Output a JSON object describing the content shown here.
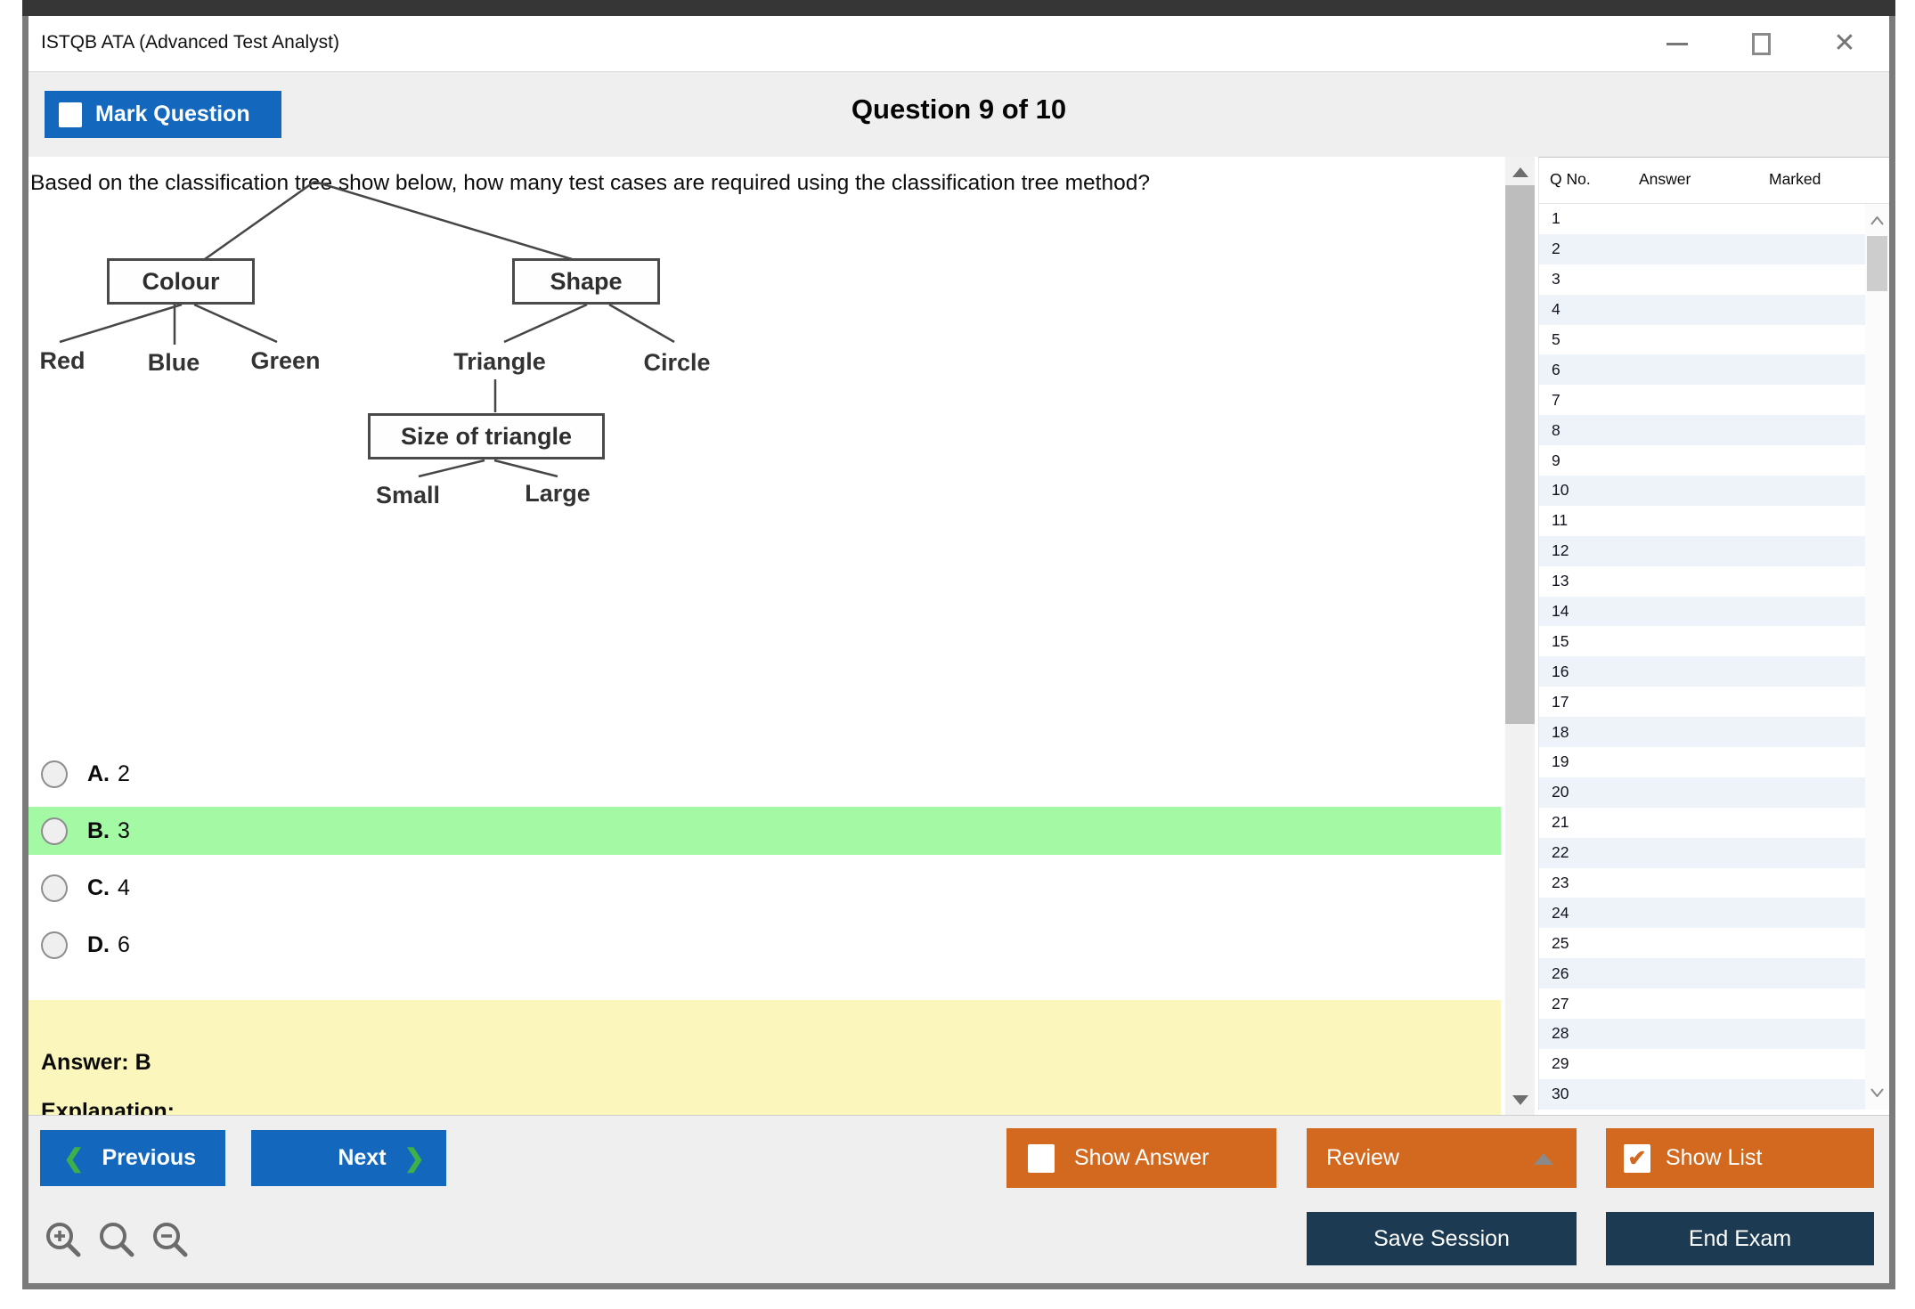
{
  "window": {
    "title": "ISTQB ATA (Advanced Test Analyst)",
    "controls": {
      "close_glyph": "✕"
    }
  },
  "header": {
    "mark_question": "Mark Question",
    "question_counter": "Question 9 of 10"
  },
  "question": {
    "text": "Based on the classification tree show below, how many test cases are required using the classification tree method?"
  },
  "tree": {
    "nodes": {
      "colour": "Colour",
      "shape": "Shape",
      "red": "Red",
      "blue": "Blue",
      "green": "Green",
      "triangle": "Triangle",
      "circle": "Circle",
      "size_of_triangle": "Size of triangle",
      "small": "Small",
      "large": "Large"
    }
  },
  "options": [
    {
      "letter": "A.",
      "value": "2",
      "highlighted": false
    },
    {
      "letter": "B.",
      "value": "3",
      "highlighted": true
    },
    {
      "letter": "C.",
      "value": "4",
      "highlighted": false
    },
    {
      "letter": "D.",
      "value": "6",
      "highlighted": false
    }
  ],
  "answer_panel": {
    "answer": "Answer: B",
    "explanation": "Explanation:"
  },
  "sidebar": {
    "columns": [
      "Q No.",
      "Answer",
      "Marked"
    ],
    "rows": [
      {
        "q": "1",
        "answer": "",
        "marked": ""
      },
      {
        "q": "2",
        "answer": "",
        "marked": ""
      },
      {
        "q": "3",
        "answer": "",
        "marked": ""
      },
      {
        "q": "4",
        "answer": "",
        "marked": ""
      },
      {
        "q": "5",
        "answer": "",
        "marked": ""
      },
      {
        "q": "6",
        "answer": "",
        "marked": ""
      },
      {
        "q": "7",
        "answer": "",
        "marked": ""
      },
      {
        "q": "8",
        "answer": "",
        "marked": ""
      },
      {
        "q": "9",
        "answer": "",
        "marked": ""
      },
      {
        "q": "10",
        "answer": "",
        "marked": ""
      },
      {
        "q": "11",
        "answer": "",
        "marked": ""
      },
      {
        "q": "12",
        "answer": "",
        "marked": ""
      },
      {
        "q": "13",
        "answer": "",
        "marked": ""
      },
      {
        "q": "14",
        "answer": "",
        "marked": ""
      },
      {
        "q": "15",
        "answer": "",
        "marked": ""
      },
      {
        "q": "16",
        "answer": "",
        "marked": ""
      },
      {
        "q": "17",
        "answer": "",
        "marked": ""
      },
      {
        "q": "18",
        "answer": "",
        "marked": ""
      },
      {
        "q": "19",
        "answer": "",
        "marked": ""
      },
      {
        "q": "20",
        "answer": "",
        "marked": ""
      },
      {
        "q": "21",
        "answer": "",
        "marked": ""
      },
      {
        "q": "22",
        "answer": "",
        "marked": ""
      },
      {
        "q": "23",
        "answer": "",
        "marked": ""
      },
      {
        "q": "24",
        "answer": "",
        "marked": ""
      },
      {
        "q": "25",
        "answer": "",
        "marked": ""
      },
      {
        "q": "26",
        "answer": "",
        "marked": ""
      },
      {
        "q": "27",
        "answer": "",
        "marked": ""
      },
      {
        "q": "28",
        "answer": "",
        "marked": ""
      },
      {
        "q": "29",
        "answer": "",
        "marked": ""
      },
      {
        "q": "30",
        "answer": "",
        "marked": ""
      }
    ]
  },
  "toolbar": {
    "previous": "Previous",
    "next": "Next",
    "show_answer": "Show Answer",
    "review": "Review",
    "show_list": "Show List",
    "save_session": "Save Session",
    "end_exam": "End Exam"
  },
  "icons": {
    "chevron_left": "❮",
    "chevron_right": "❯",
    "check": "✔"
  },
  "colors": {
    "blue": "#1368be",
    "orange": "#d2691e",
    "navy": "#1c3a52",
    "highlight_green": "#a4f9a4",
    "answer_yellow": "#fbf6bc",
    "chevron_green": "#3db049"
  }
}
